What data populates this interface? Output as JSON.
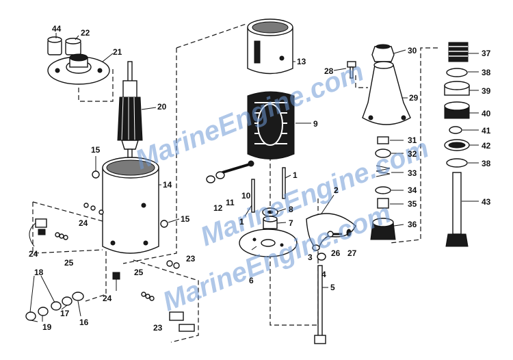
{
  "diagram": {
    "watermark": [
      "MarineEngine.com",
      "MarineEngine.com",
      "MarineEngine.com"
    ],
    "callouts": [
      "44",
      "22",
      "21",
      "20",
      "15",
      "14",
      "15",
      "24",
      "24",
      "25",
      "25",
      "23",
      "23",
      "24",
      "18",
      "19",
      "17",
      "16",
      "13",
      "9",
      "10",
      "11",
      "12",
      "8",
      "7",
      "1",
      "1",
      "6",
      "2",
      "3",
      "4",
      "5",
      "26",
      "27",
      "30",
      "28",
      "29",
      "31",
      "32",
      "33",
      "34",
      "35",
      "36",
      "37",
      "38",
      "39",
      "40",
      "41",
      "42",
      "38",
      "43"
    ],
    "colors": {
      "ink": "#111111",
      "watermark": "#6f9ad6",
      "background": "#ffffff"
    }
  }
}
